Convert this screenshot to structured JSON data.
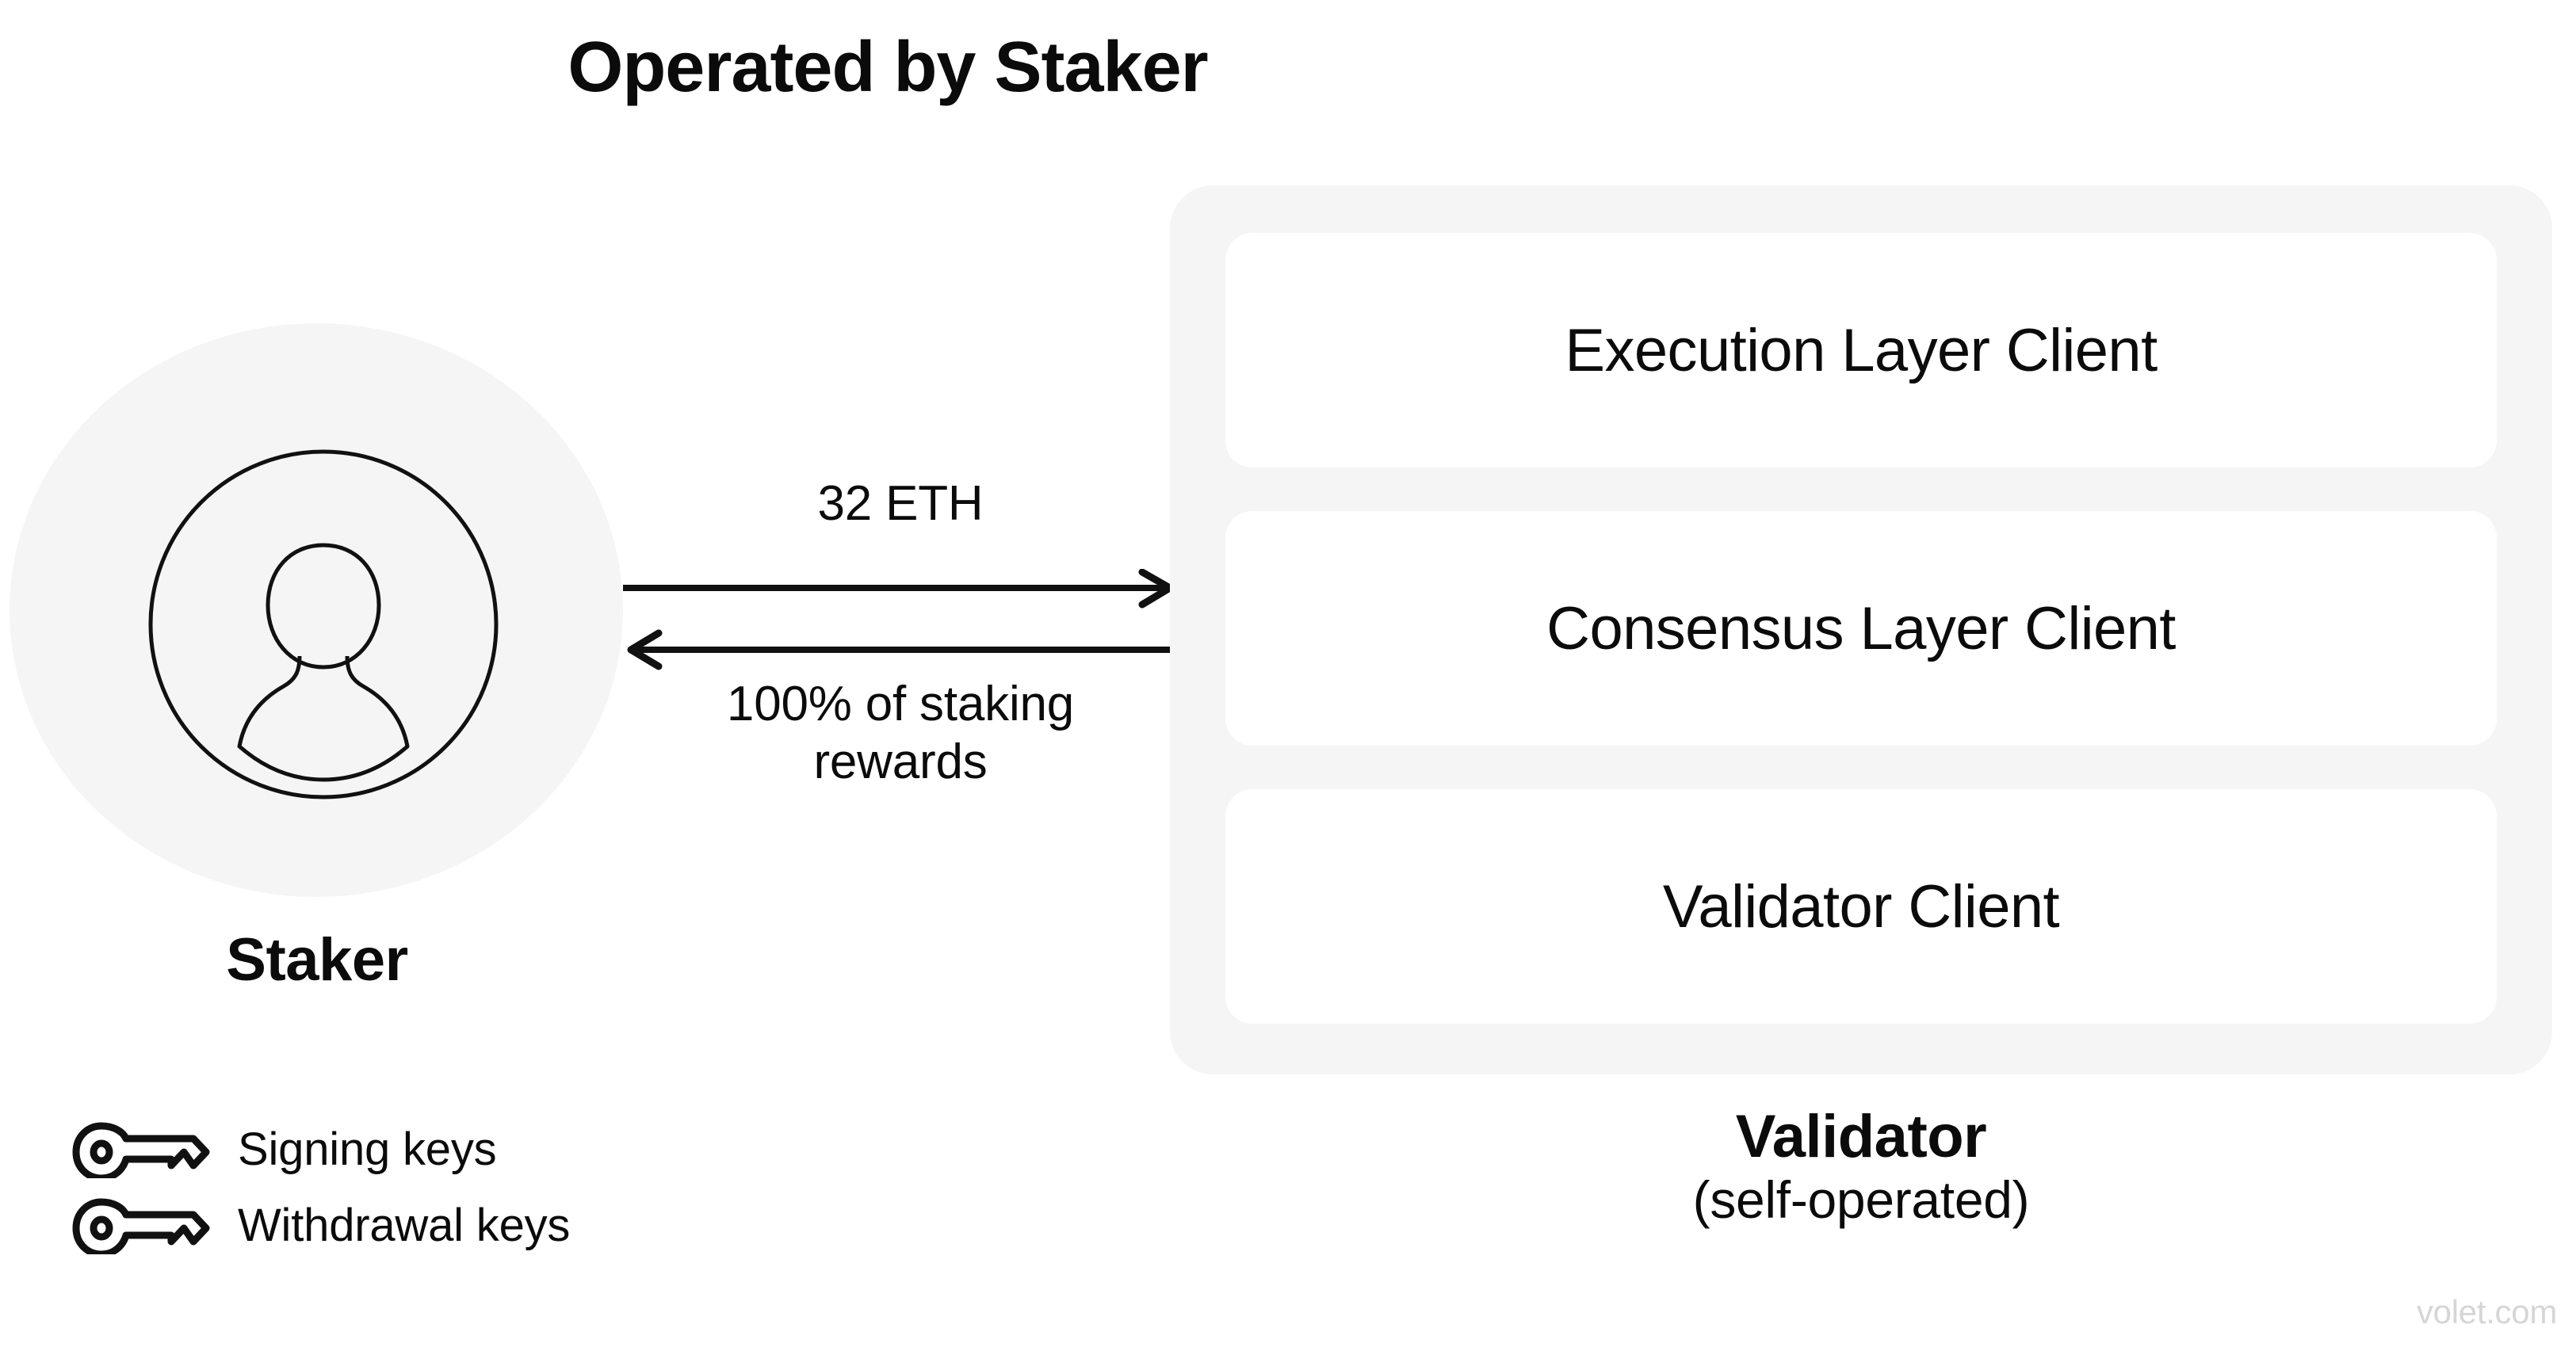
{
  "title": "Operated by Staker",
  "staker": {
    "label": "Staker",
    "avatar_icon": "user-avatar-icon"
  },
  "keys_legend": [
    {
      "icon": "key-icon",
      "label": "Signing keys"
    },
    {
      "icon": "key-icon",
      "label": "Withdrawal keys"
    }
  ],
  "flow": {
    "outgoing_label": "32 ETH",
    "incoming_label_line1": "100% of staking",
    "incoming_label_line2": "rewards",
    "arrow_right_icon": "arrow-right-icon",
    "arrow_left_icon": "arrow-left-icon"
  },
  "validator": {
    "clients": [
      {
        "label": "Execution Layer Client"
      },
      {
        "label": "Consensus Layer Client"
      },
      {
        "label": "Validator Client"
      }
    ],
    "caption_title": "Validator",
    "caption_sub": "(self-operated)"
  },
  "watermark": "volet.com",
  "colors": {
    "ink": "#0b0b0b",
    "panel_gray": "#f5f5f5",
    "box_white": "#ffffff",
    "watermark_gray": "#d6d6d6",
    "page_background": "#ffffff"
  }
}
